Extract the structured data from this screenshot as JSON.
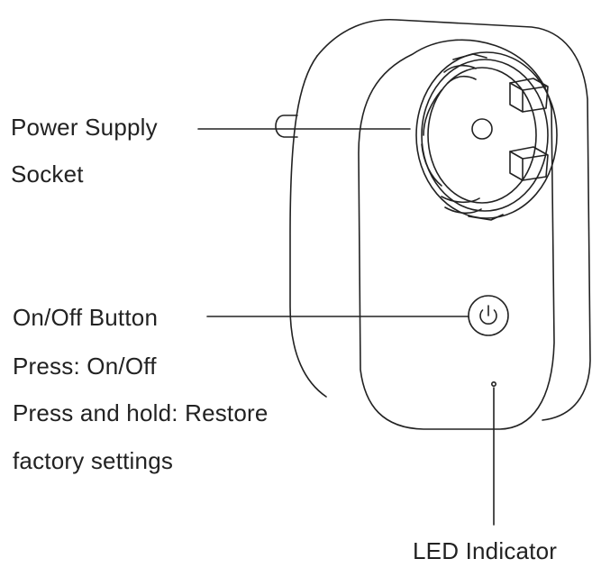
{
  "labels": {
    "power_supply": "Power Supply",
    "socket": "Socket",
    "onoff_button": "On/Off Button",
    "press": "Press: On/Off",
    "press_hold": "Press and hold: Restore",
    "factory_settings": "factory settings",
    "led_indicator": "LED Indicator"
  },
  "colors": {
    "line": "#222222",
    "text": "#222222",
    "background": "#ffffff"
  },
  "icons": {
    "button_symbol": "power-icon"
  }
}
